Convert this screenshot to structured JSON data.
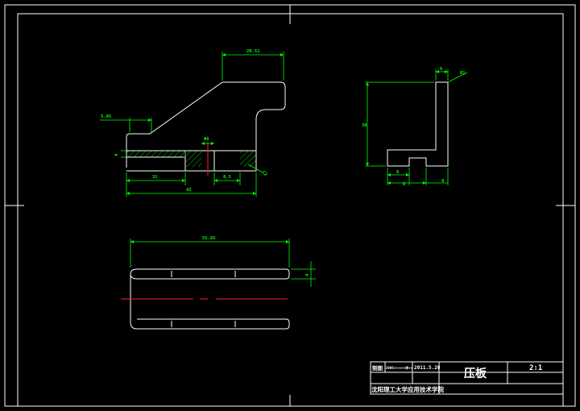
{
  "drawing": {
    "part_name": "压板",
    "scale": "2:1",
    "title_block": {
      "row_label": "制图",
      "drafter": "2006××××××李××",
      "date": "2011.5.20",
      "institution": "沈阳理工大学应用技术学院"
    },
    "dimensions": {
      "front_top_width": "20.51",
      "front_slot_width": "5.85",
      "front_hole_dia": "Φ6",
      "front_left_thickness": "4",
      "front_lower_left": "31",
      "front_lower_mid": "8.5",
      "front_overall_width": "42",
      "front_chamfer": "C2",
      "side_top_width": "6",
      "side_chamfer": "R1",
      "side_height": "30",
      "side_bottom_left": "8",
      "side_bottom_right": "8",
      "side_base": "8",
      "plan_length": "55.65",
      "plan_width": "4"
    }
  },
  "colors": {
    "outline": "#ffffff",
    "dimension": "#00ff00",
    "centerline": "#ff2020",
    "background": "#000000"
  }
}
